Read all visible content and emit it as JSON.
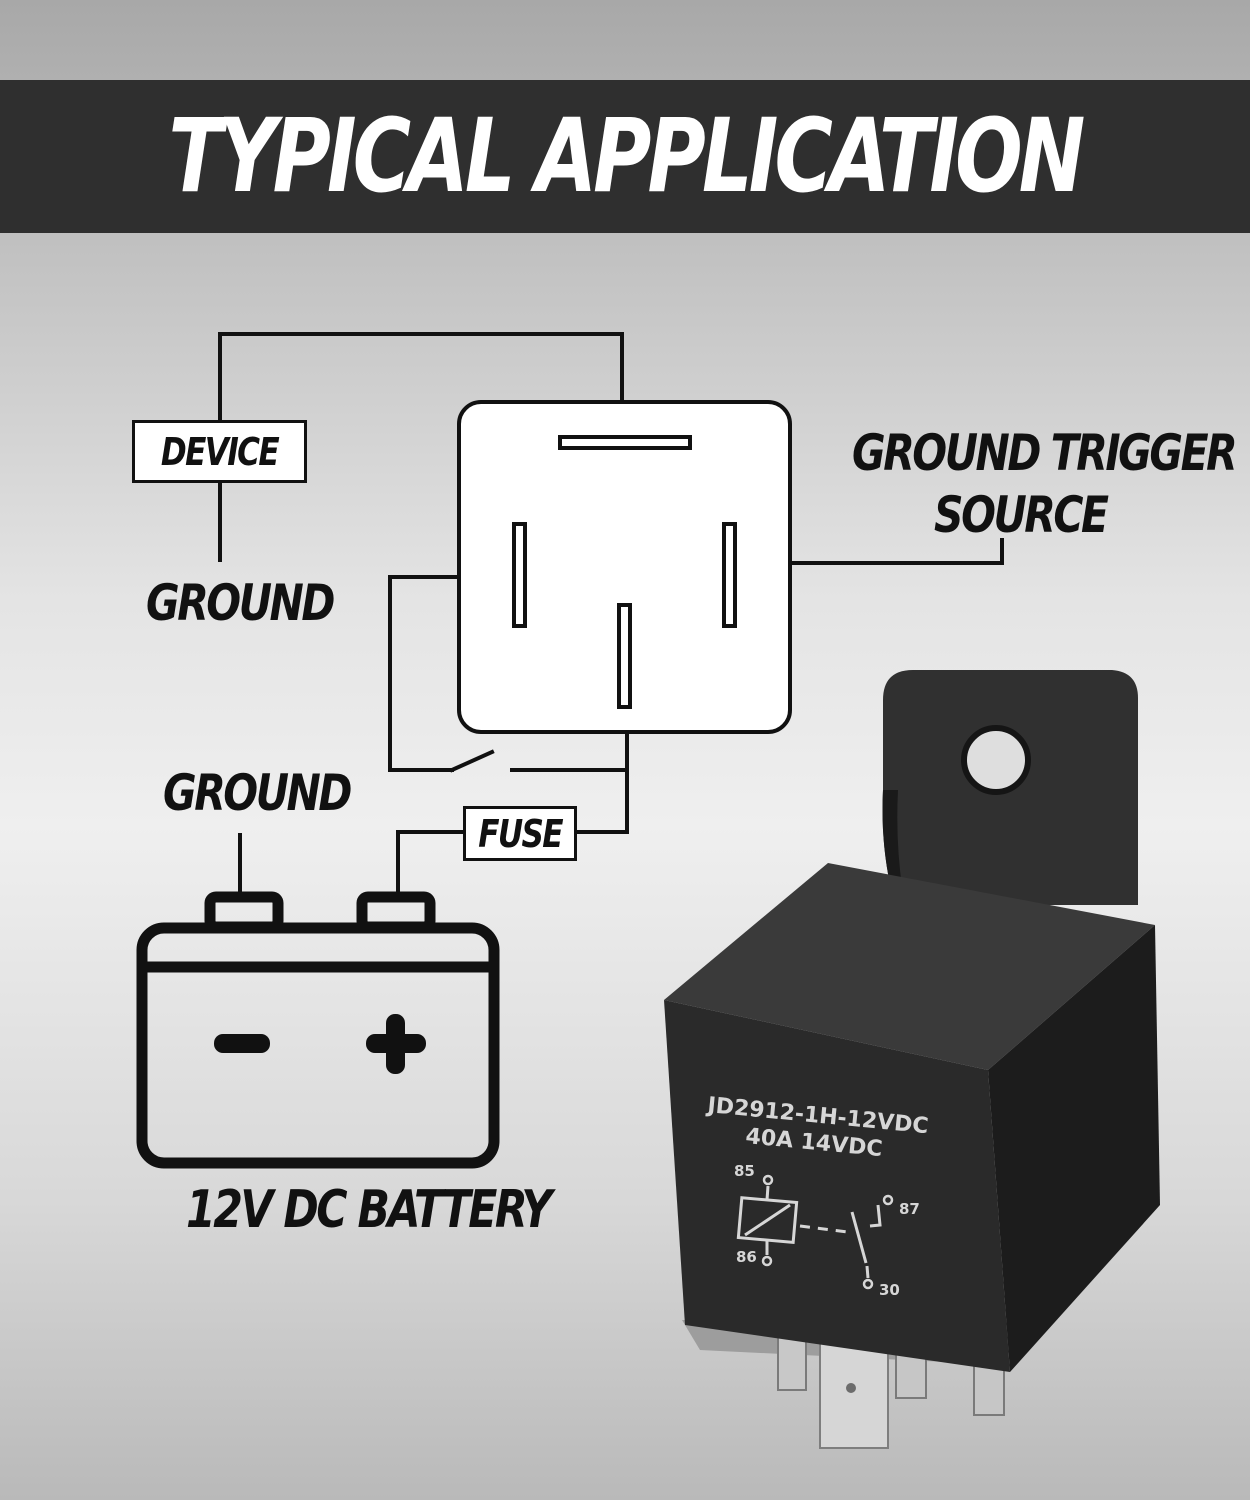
{
  "banner": {
    "title": "TYPICAL APPLICATION"
  },
  "labels": {
    "device": "DEVICE",
    "ground_top": "GROUND",
    "ground_trigger": "GROUND TRIGGER",
    "source": "SOURCE",
    "ground_battery": "GROUND",
    "fuse": "FUSE",
    "battery": "12V DC BATTERY"
  },
  "relay": {
    "model": "JD2912-1H-12VDC",
    "rating": "40A  14VDC",
    "pin_85": "85",
    "pin_86": "86",
    "pin_87": "87",
    "pin_30": "30"
  },
  "colors": {
    "banner": "#2f2f2f",
    "line": "#111111",
    "relay_body": "#2a2a2a",
    "relay_text": "#d6d6d6"
  }
}
